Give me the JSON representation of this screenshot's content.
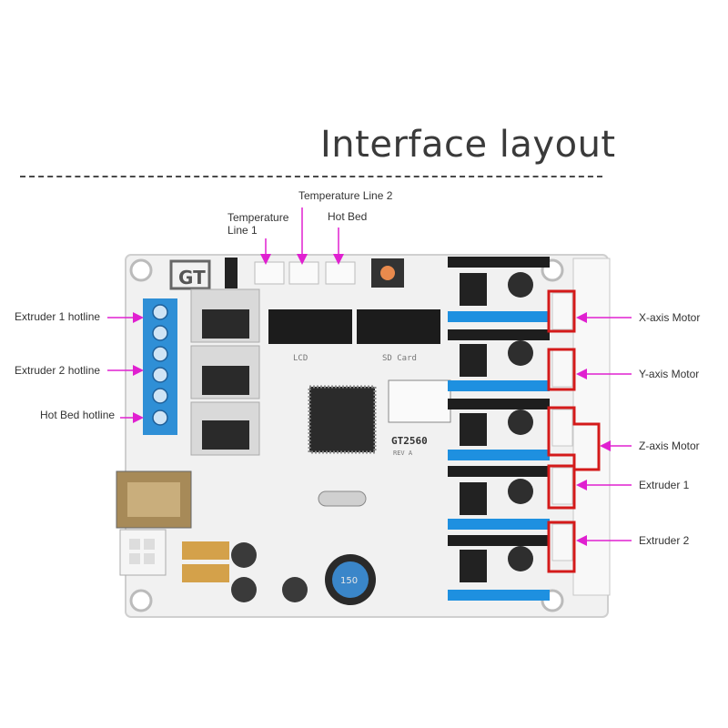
{
  "title": "Interface layout",
  "top_labels": {
    "temp1_line1": "Temperature",
    "temp1_line2": "Line 1",
    "temp2": "Temperature Line 2",
    "hotbed": "Hot Bed"
  },
  "left_labels": {
    "extruder1": "Extruder 1 hotline",
    "extruder2": "Extruder 2 hotline",
    "hotbed": "Hot Bed hotline"
  },
  "right_labels": {
    "x_motor": "X-axis Motor",
    "y_motor": "Y-axis Motor",
    "z_motor": "Z-axis Motor",
    "extruder1": "Extruder 1",
    "extruder2": "Extruder 2"
  },
  "board": {
    "chip_label": "GT2560",
    "chip_sub": "REV A",
    "lcd_label": "LCD",
    "sd_label": "SD Card",
    "inductor_label": "150"
  },
  "colors": {
    "arrow": "#e020d0",
    "highlight": "#d41a1a",
    "terminal": "#2f8fd6",
    "header_blue": "#1e90e0"
  }
}
